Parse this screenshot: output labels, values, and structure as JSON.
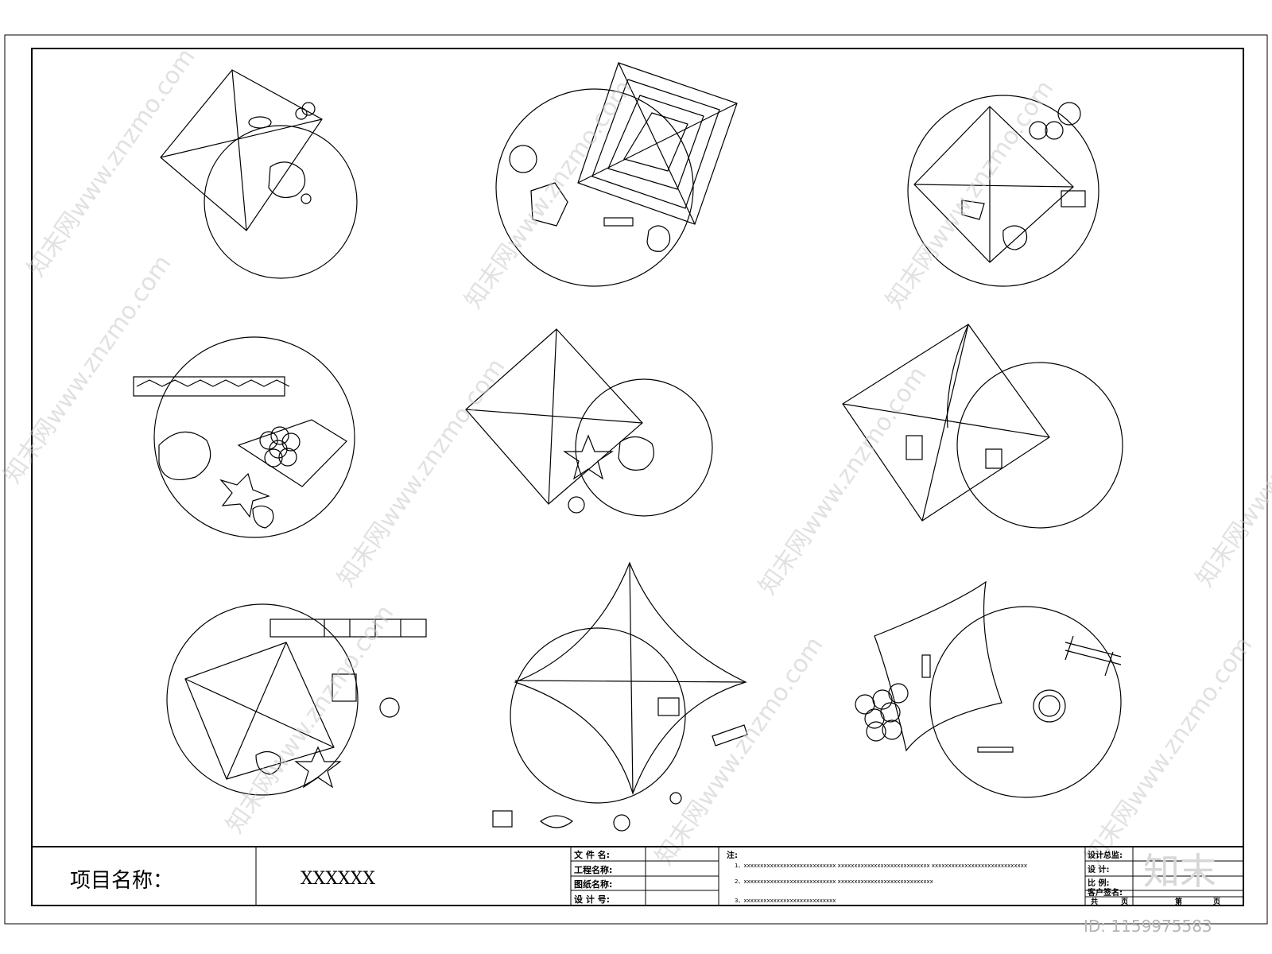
{
  "title_block": {
    "project_label": "项目名称：",
    "project_value": "XXXXXX",
    "file_name_label": "文 件 名:",
    "engineering_name_label": "工程名称:",
    "drawing_name_label": "图纸名称:",
    "design_no_label": "设 计 号:",
    "notes_label": "注:",
    "notes": [
      "1、xxxxxxxxxxxxxxxxxxxxxxxxxxxx    xxxxxxxxxxxxxxxxxxxxxxxxxxxx    xxxxxxxxxxxxxxxxxxxxxxxxxxxxx",
      "2、xxxxxxxxxxxxxxxxxxxxxxxxxxxx    xxxxxxxxxxxxxxxxxxxxxxxxxxxxx",
      "3、xxxxxxxxxxxxxxxxxxxxxxxxxxxx"
    ],
    "right_labels": [
      "设计总监:",
      "设    计:",
      "比    例:",
      "客户签名:"
    ],
    "total_label": "共",
    "page_label": "页",
    "sheet_label": "第",
    "sheet_page_label": "页"
  },
  "watermark": {
    "brand": "知末网www.znzmo.com",
    "logo": "知末",
    "id_text": "ID: 1159975583"
  },
  "colors": {
    "line": "#000000",
    "watermark": "#c9c9c9"
  }
}
